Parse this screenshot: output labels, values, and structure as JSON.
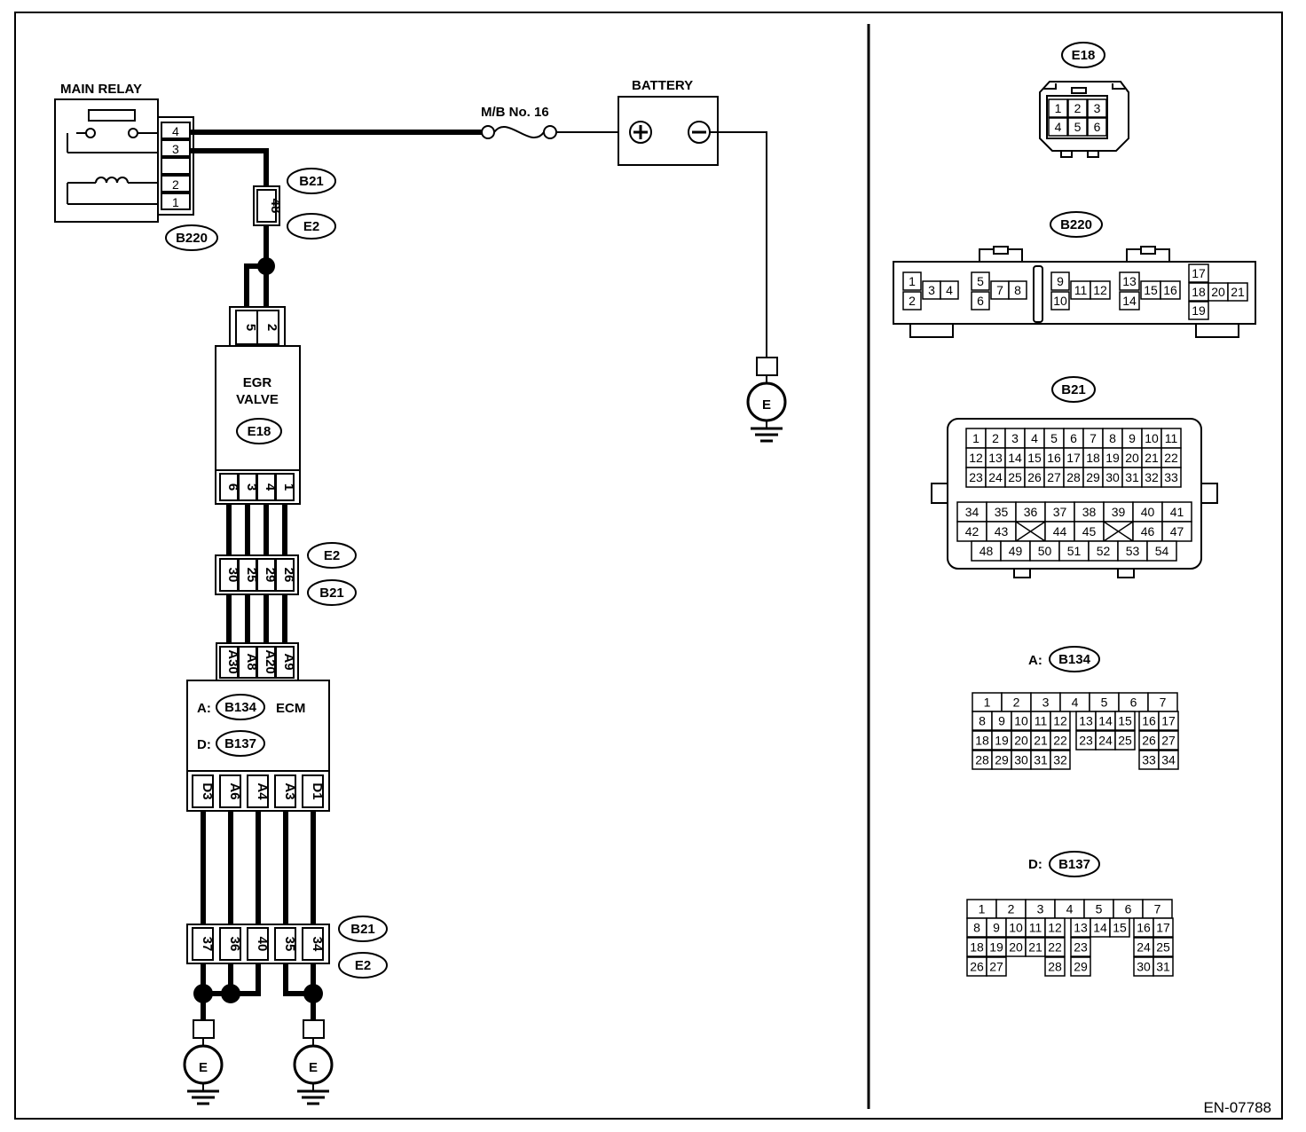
{
  "diagram": {
    "figure_id": "EN-07788",
    "main_relay": {
      "title": "MAIN RELAY",
      "connector": "B220",
      "pins": [
        "4",
        "3",
        "",
        "2",
        "1"
      ]
    },
    "fuse": {
      "label": "M/B No. 16"
    },
    "battery": {
      "title": "BATTERY",
      "ground": "E"
    },
    "joint_b21_e2_top": {
      "pin": "48",
      "tag_a": "B21",
      "tag_b": "E2"
    },
    "egr_valve": {
      "title_line1": "EGR",
      "title_line2": "VALVE",
      "connector": "E18",
      "top_pins": [
        "5",
        "2"
      ],
      "bottom_pins": [
        "6",
        "3",
        "4",
        "1"
      ]
    },
    "joint_e2_b21_mid": {
      "pins": [
        "30",
        "25",
        "29",
        "26"
      ],
      "tag_a": "E2",
      "tag_b": "B21"
    },
    "ecm": {
      "title": "ECM",
      "conn_a_prefix": "A:",
      "conn_a": "B134",
      "conn_d_prefix": "D:",
      "conn_d": "B137",
      "top_pins": [
        "A30",
        "A8",
        "A20",
        "A9"
      ],
      "bottom_pins": [
        "D3",
        "A6",
        "A4",
        "A3",
        "D1"
      ]
    },
    "joint_b21_e2_bottom": {
      "pins": [
        "37",
        "36",
        "40",
        "35",
        "34"
      ],
      "tag_a": "B21",
      "tag_b": "E2"
    },
    "grounds": [
      "E",
      "E"
    ]
  },
  "connector_views": {
    "e18": {
      "tag": "E18",
      "rows": [
        [
          "1",
          "2",
          "3"
        ],
        [
          "4",
          "5",
          "6"
        ]
      ]
    },
    "b220": {
      "tag": "B220",
      "pins": [
        "1",
        "2",
        "3",
        "4",
        "5",
        "6",
        "7",
        "8",
        "9",
        "10",
        "11",
        "12",
        "13",
        "14",
        "15",
        "16",
        "17",
        "18",
        "19",
        "20",
        "21"
      ]
    },
    "b21": {
      "tag": "B21",
      "upper_rows": [
        [
          "1",
          "2",
          "3",
          "4",
          "5",
          "6",
          "7",
          "8",
          "9",
          "10",
          "11"
        ],
        [
          "12",
          "13",
          "14",
          "15",
          "16",
          "17",
          "18",
          "19",
          "20",
          "21",
          "22"
        ],
        [
          "23",
          "24",
          "25",
          "26",
          "27",
          "28",
          "29",
          "30",
          "31",
          "32",
          "33"
        ]
      ],
      "lower_rows": [
        [
          "34",
          "35",
          "36",
          "37",
          "38",
          "39",
          "40",
          "41"
        ],
        [
          "42",
          "43",
          "",
          "44",
          "45",
          "",
          "46",
          "47"
        ],
        [
          "48",
          "49",
          "50",
          "51",
          "52",
          "53",
          "54"
        ]
      ]
    },
    "b134": {
      "prefix": "A:",
      "tag": "B134",
      "rows": [
        [
          "1",
          "2",
          "3",
          "4",
          "5",
          "6",
          "7"
        ],
        [
          "8",
          "9",
          "10",
          "11",
          "12",
          "13",
          "14",
          "15",
          "16",
          "17"
        ],
        [
          "18",
          "19",
          "20",
          "21",
          "22",
          "23",
          "24",
          "25",
          "26",
          "27"
        ],
        [
          "28",
          "29",
          "30",
          "31",
          "32",
          "",
          "",
          "",
          "33",
          "34"
        ]
      ]
    },
    "b137": {
      "prefix": "D:",
      "tag": "B137",
      "rows": [
        [
          "1",
          "2",
          "3",
          "4",
          "5",
          "6",
          "7"
        ],
        [
          "8",
          "9",
          "10",
          "11",
          "12",
          "13",
          "14",
          "15",
          "16",
          "17"
        ],
        [
          "18",
          "19",
          "20",
          "21",
          "22",
          "23",
          "",
          "",
          "24",
          "25"
        ],
        [
          "26",
          "27",
          "",
          "",
          "28",
          "29",
          "",
          "",
          "30",
          "31"
        ]
      ]
    }
  }
}
